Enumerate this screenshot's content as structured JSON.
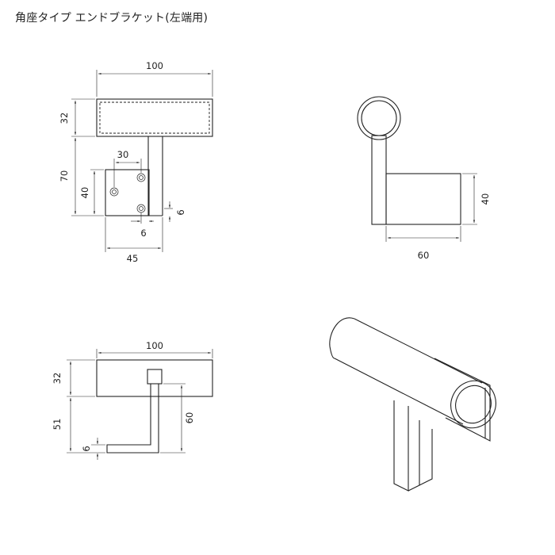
{
  "title": "角座タイプ エンドブラケット(左端用)",
  "top_left_view": {
    "width": "100",
    "top_height": "32",
    "total_drop": "70",
    "plate_height": "40",
    "hole_spacing": "30",
    "plate_width": "45",
    "offset_v": "6",
    "offset_h": "6"
  },
  "side_view": {
    "height": "40",
    "depth": "60"
  },
  "bottom_left_view": {
    "width": "100",
    "top_height": "32",
    "arm_height": "51",
    "arm_depth": "60",
    "bottom_offset": "6"
  }
}
